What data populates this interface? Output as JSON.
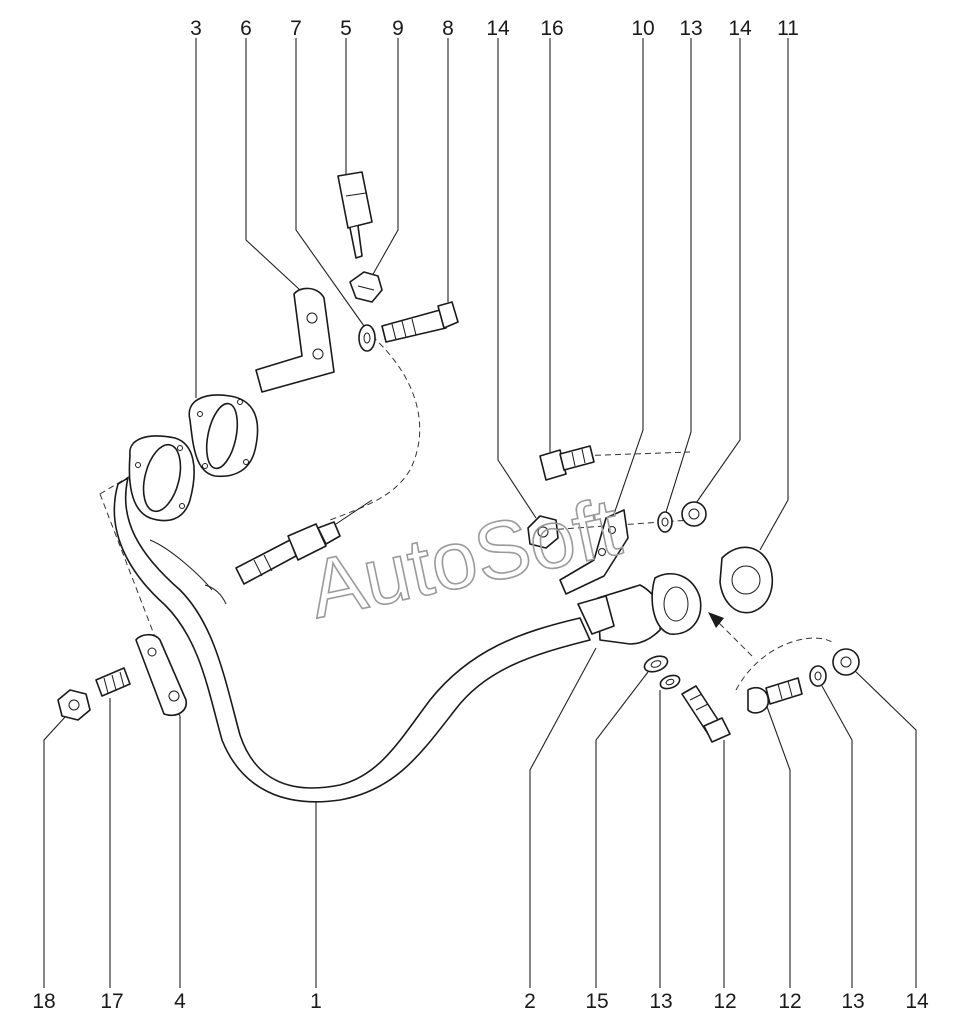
{
  "watermark": "AutoSoft",
  "callouts": {
    "top": [
      "3",
      "6",
      "7",
      "5",
      "9",
      "8",
      "14",
      "16",
      "10",
      "13",
      "14",
      "11"
    ],
    "bottom": [
      "18",
      "17",
      "4",
      "1",
      "2",
      "15",
      "13",
      "12",
      "12",
      "13",
      "14"
    ]
  },
  "colors": {
    "line": "#1a1a1a",
    "watermark": "#9a9a9a",
    "background": "#ffffff"
  }
}
